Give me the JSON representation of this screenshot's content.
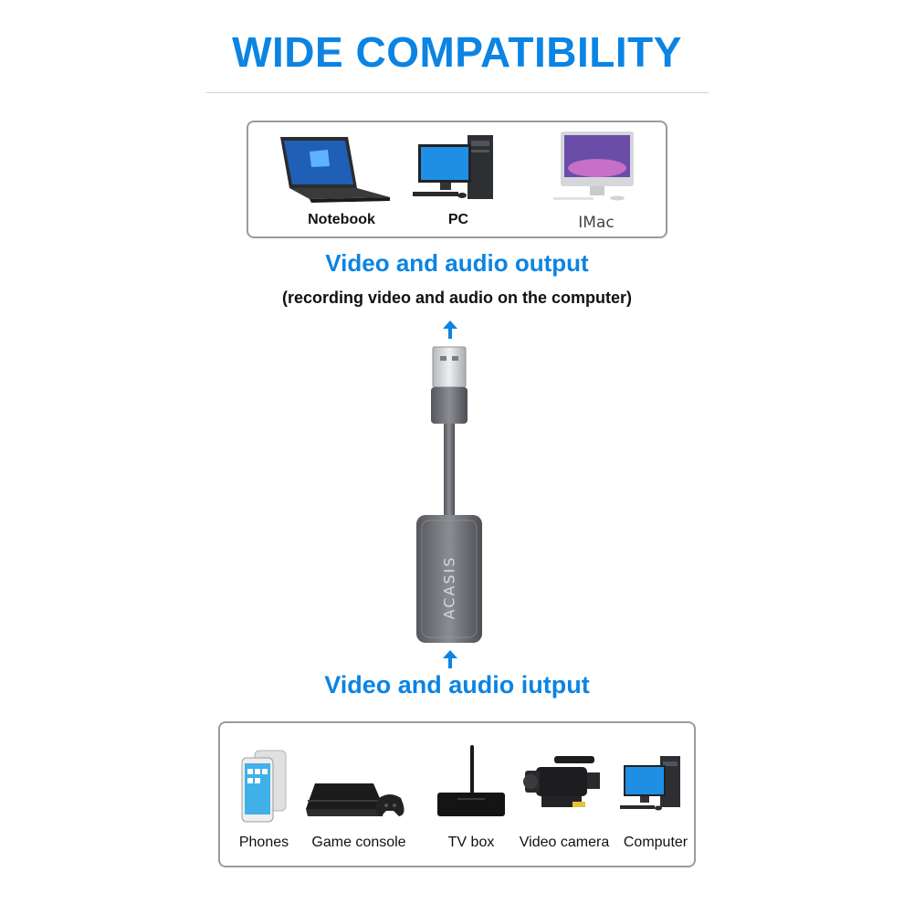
{
  "title": "WIDE COMPATIBILITY",
  "output": {
    "heading": "Video and audio output",
    "subheading": "(recording video and audio on the computer)"
  },
  "input": {
    "heading": "Video and audio iutput"
  },
  "product": {
    "brand": "ACASIS"
  },
  "top_devices": [
    {
      "label": "Notebook",
      "icon": "laptop-icon"
    },
    {
      "label": "PC",
      "icon": "desktop-pc-icon"
    },
    {
      "label": "IMac",
      "icon": "imac-icon"
    }
  ],
  "bottom_devices": [
    {
      "label": "Phones",
      "icon": "phone-icon"
    },
    {
      "label": "Game console",
      "icon": "game-console-icon"
    },
    {
      "label": "TV box",
      "icon": "tv-box-icon"
    },
    {
      "label": "Video camera",
      "icon": "video-camera-icon"
    },
    {
      "label": "Computer",
      "icon": "computer-icon"
    }
  ],
  "colors": {
    "accent_blue": "#0b84e3",
    "panel_border": "#9b9b9b",
    "device_gray": "#6d6f75"
  }
}
